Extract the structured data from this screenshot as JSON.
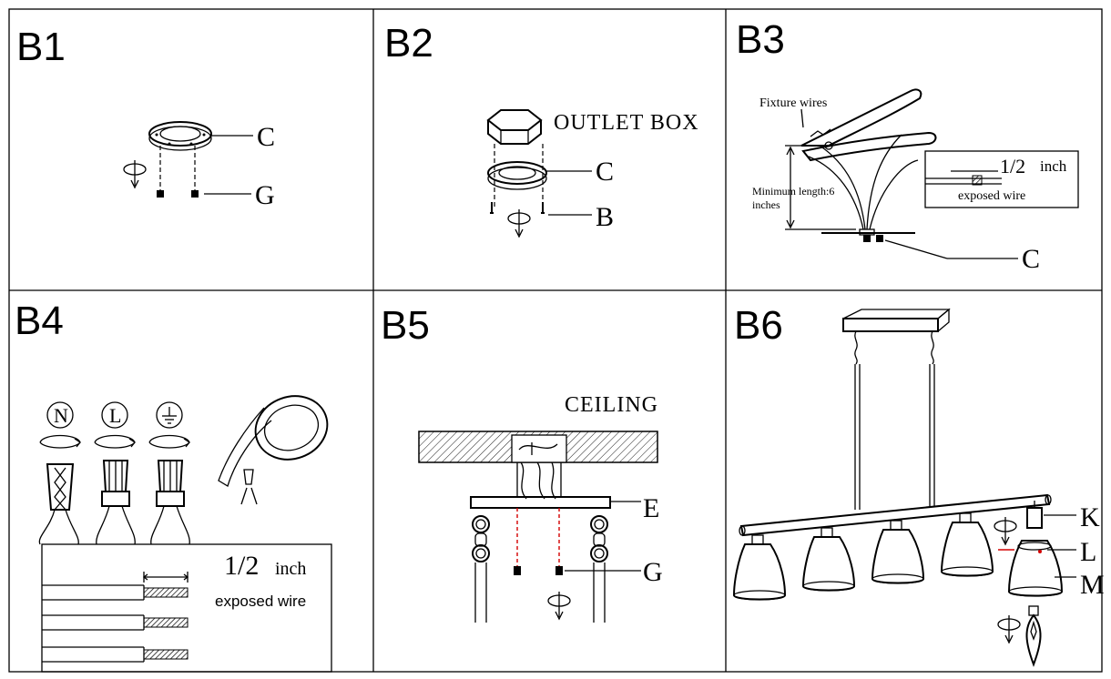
{
  "panels": {
    "b1": {
      "title": "B1",
      "labels": {
        "c": "C",
        "g": "G"
      }
    },
    "b2": {
      "title": "B2",
      "outlet_box": "OUTLET BOX",
      "labels": {
        "c": "C",
        "b": "B"
      }
    },
    "b3": {
      "title": "B3",
      "fixture_wires": "Fixture wires",
      "min_length": "Minimum length:6",
      "min_length_unit": "inches",
      "half": "1/2",
      "inch": "inch",
      "exposed_wire": "exposed wire",
      "labels": {
        "c": "C"
      }
    },
    "b4": {
      "title": "B4",
      "symbols": {
        "n": "N",
        "l": "L"
      },
      "half": "1/2",
      "inch": "inch",
      "exposed_wire": "exposed wire"
    },
    "b5": {
      "title": "B5",
      "ceiling": "CEILING",
      "labels": {
        "e": "E",
        "g": "G"
      }
    },
    "b6": {
      "title": "B6",
      "labels": {
        "k": "K",
        "l": "L",
        "m": "M"
      }
    }
  }
}
